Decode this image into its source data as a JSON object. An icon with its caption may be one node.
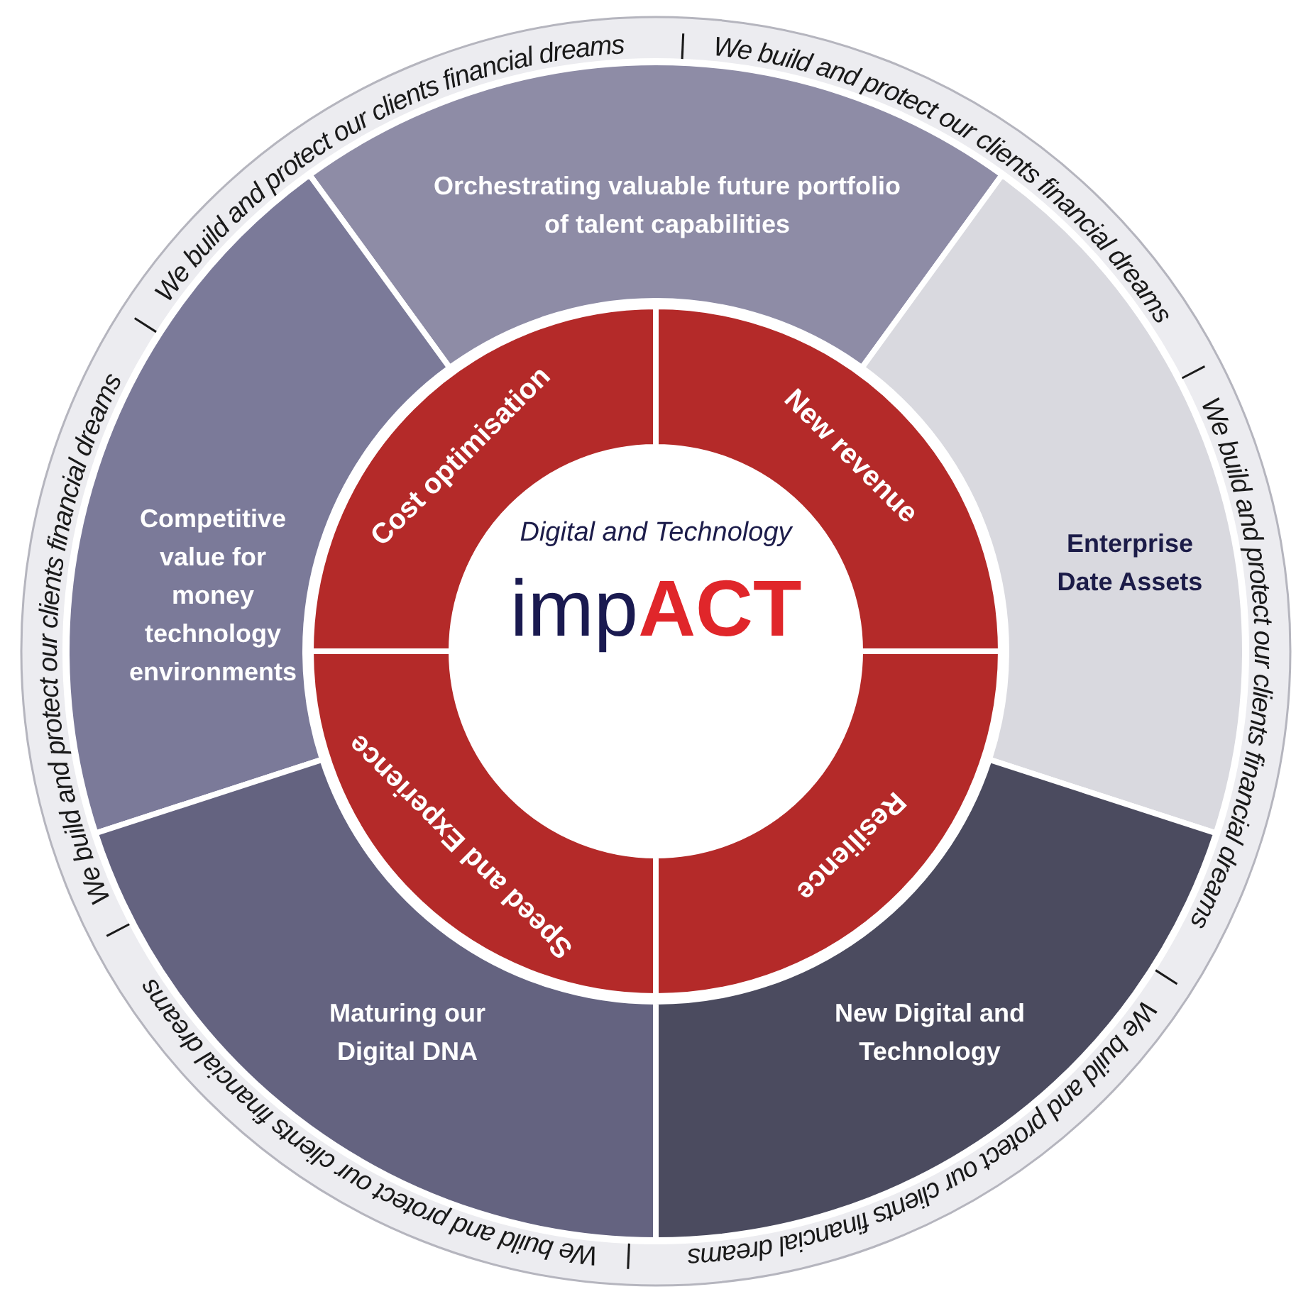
{
  "diagram": {
    "nodes": [
      {
        "text": [
          "Orchestrating valuable future portfolio of talent capabilities"
        ]
      },
      {
        "text": [
          "Competitive value for money technology environments"
        ]
      },
      {
        "text": [
          "Enterprise Date Assets"
        ]
      },
      {
        "text": [
          "Cost optimisation"
        ]
      },
      {
        "text": [
          "New revenue"
        ]
      },
      {
        "text": [
          "Digital and Technology",
          "imp**ACT**"
        ]
      },
      {
        "text": [
          "Speed and Experience"
        ]
      },
      {
        "text": [
          "Resilience"
        ]
      },
      {
        "text": [
          "Maturing our Digital DNA"
        ]
      },
      {
        "text": [
          "New Digital and Technology"
        ]
      }
    ],
    "labels": [
      "|",
      "We build and protect our clients financial dreams",
      "|",
      "We build and protect our clients financial dreams",
      "|",
      "We build and protect our clients financial dreams",
      "|",
      "We build and protect our clients financial dreams",
      "|",
      "We build and protect our clients financial dreams",
      "|",
      "We build and protect our clients financial dreams"
    ]
  }
}
